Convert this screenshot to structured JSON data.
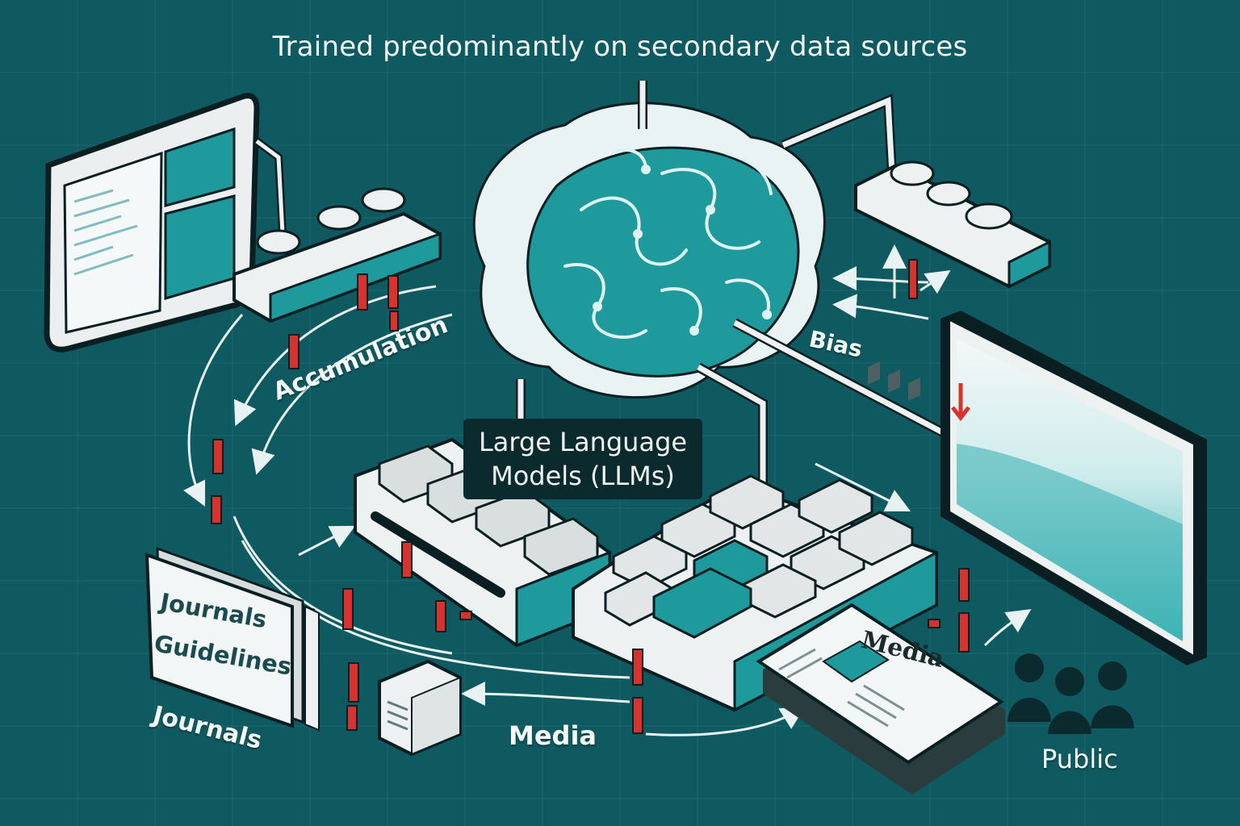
{
  "title": "Trained predominantly on secondary data sources",
  "labels": {
    "llm_line1": "Large Language",
    "llm_line2": "Models (LLMs)",
    "accumulation": "Accumulation",
    "bias": "Bias",
    "media_flow": "Media",
    "journals_bottom": "Journals",
    "public": "Public",
    "book_line1": "Journals",
    "book_line2": "Guidelines",
    "newspaper_title": "Media"
  },
  "colors": {
    "background": "#0f5a60",
    "teal_accent": "#1f9a9c",
    "red_marker": "#d8322e",
    "light_surface": "#eef1f1",
    "dark_outline": "#0b1f22"
  }
}
